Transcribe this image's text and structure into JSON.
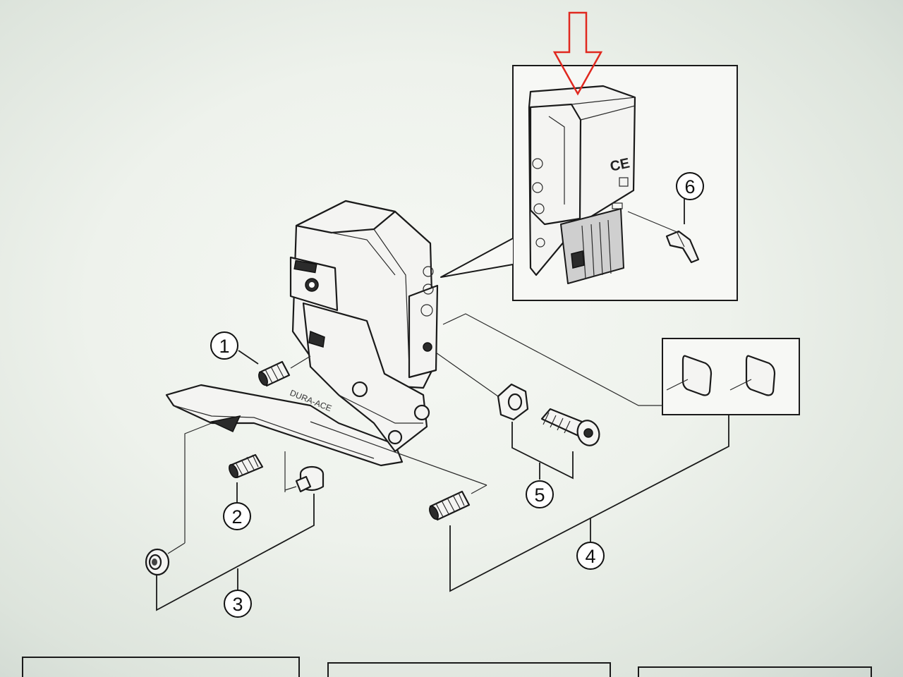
{
  "callouts": [
    {
      "label": "1"
    },
    {
      "label": "2"
    },
    {
      "label": "3"
    },
    {
      "label": "4"
    },
    {
      "label": "5"
    },
    {
      "label": "6"
    }
  ],
  "inset": {
    "ce_mark": "CE"
  },
  "colors": {
    "highlight_arrow": "#e0281f",
    "line_art": "#1a1a1a",
    "paper": "#eef2ec"
  }
}
